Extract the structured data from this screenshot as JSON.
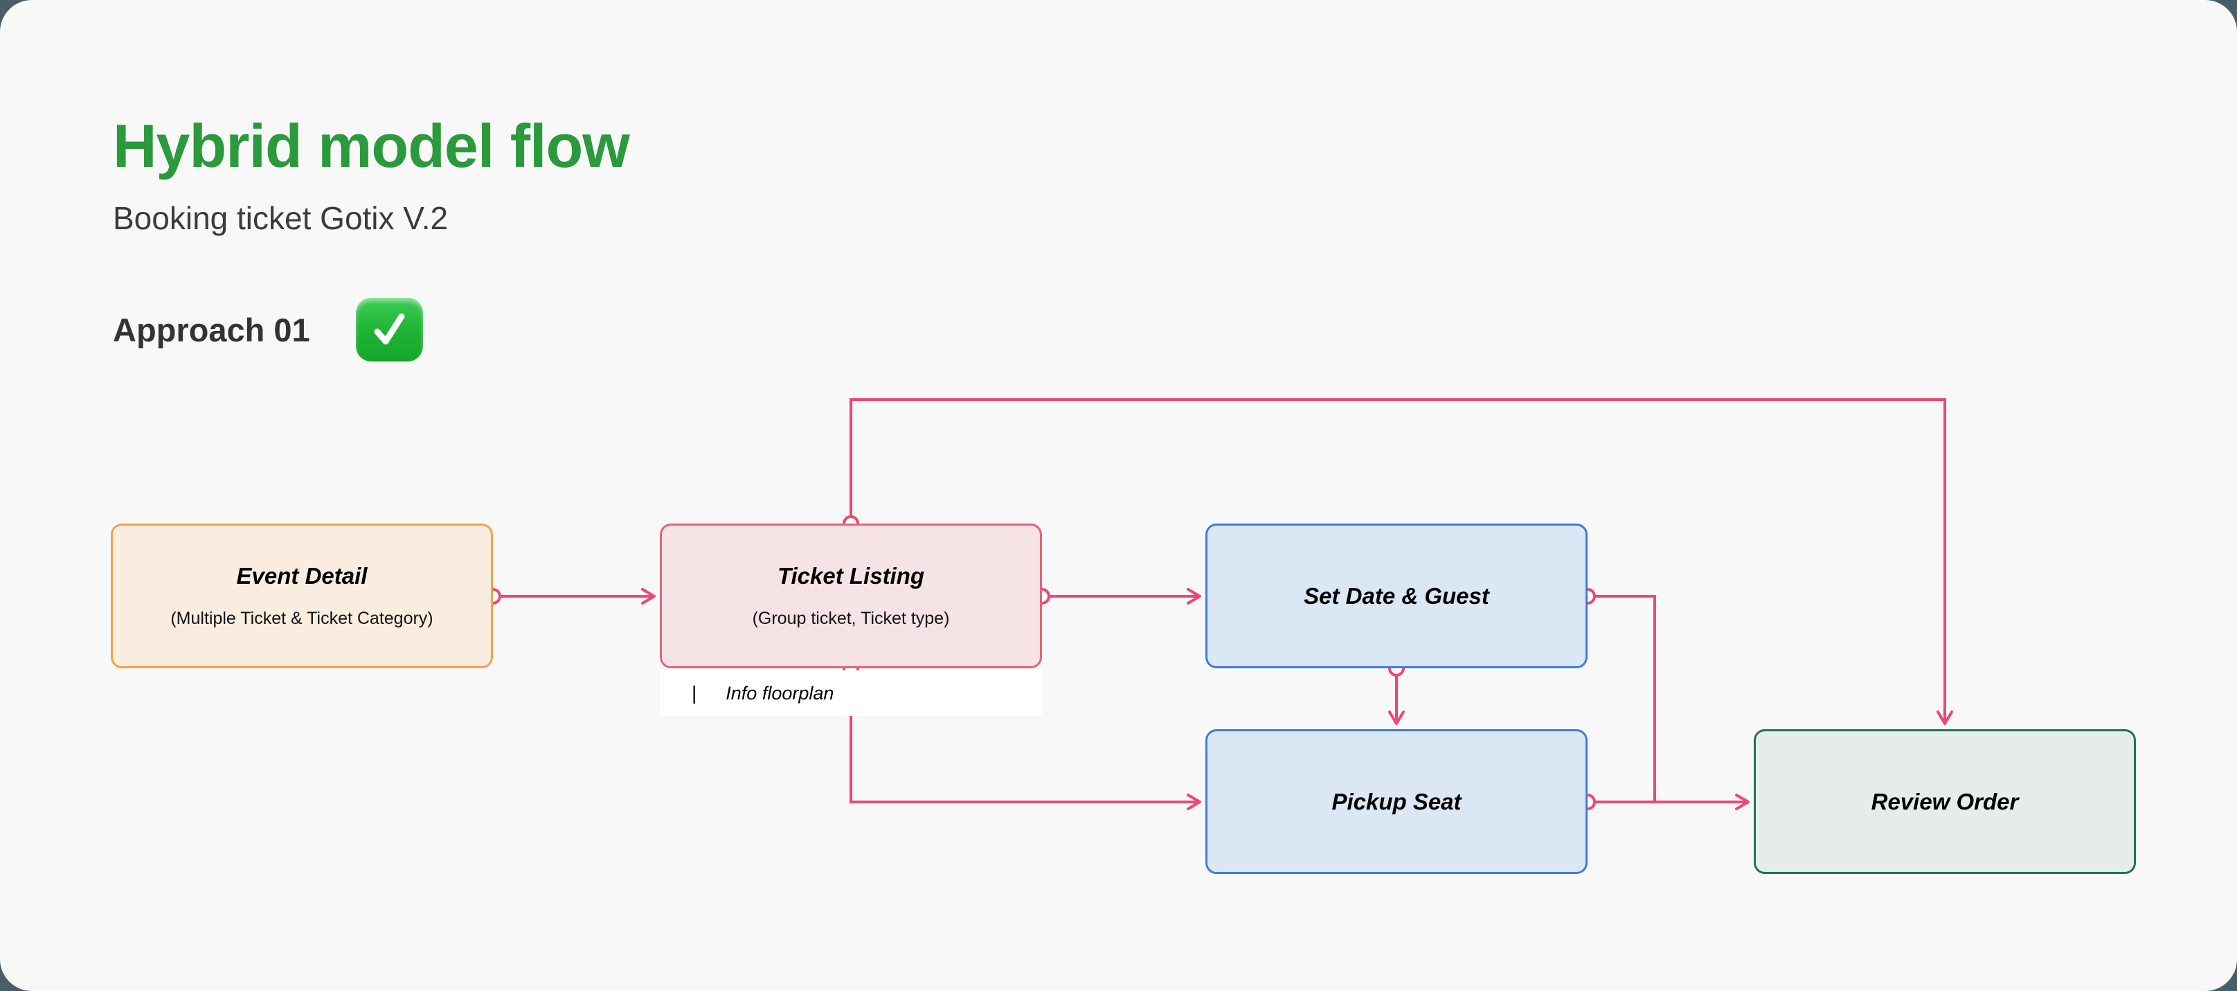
{
  "page": {
    "background": "#4A5E68",
    "canvas": "#F8F8F8"
  },
  "colors": {
    "connector": "#ED4870",
    "title_accent": "#2B9A3C"
  },
  "header": {
    "title": "Hybrid model flow",
    "subtitle": "Booking ticket Gotix V.2",
    "approach_label": "Approach 01",
    "approach_icon": "check-mark-emoji"
  },
  "nodes": [
    {
      "id": "event-detail",
      "title": "Event Detail",
      "subtitle": "(Multiple Ticket & Ticket Category)",
      "fill": "#FAEDE0",
      "stroke": "#F5A14B"
    },
    {
      "id": "ticket-listing",
      "title": "Ticket Listing",
      "subtitle": "(Group ticket, Ticket type)",
      "fill": "#F6E3E6",
      "stroke": "#E06478"
    },
    {
      "id": "set-date-guest",
      "title": "Set Date & Guest",
      "subtitle": "",
      "fill": "#DBE7F5",
      "stroke": "#3D7DD6"
    },
    {
      "id": "pickup-seat",
      "title": "Pickup Seat",
      "subtitle": "",
      "fill": "#DBE7F5",
      "stroke": "#3D7DD6"
    },
    {
      "id": "review-order",
      "title": "Review Order",
      "subtitle": "",
      "fill": "#E6EDE9",
      "stroke": "#20705E"
    }
  ],
  "annotation": {
    "caret": "|",
    "label": "Info floorplan"
  },
  "connections": [
    "event-detail -> ticket-listing",
    "ticket-listing -> set-date-guest",
    "ticket-listing(top) -> review-order(top)",
    "ticket-listing(bottom) -> pickup-seat",
    "set-date-guest(bottom) -> pickup-seat(top)",
    "set-date-guest(right) -> review-order",
    "pickup-seat -> review-order"
  ]
}
